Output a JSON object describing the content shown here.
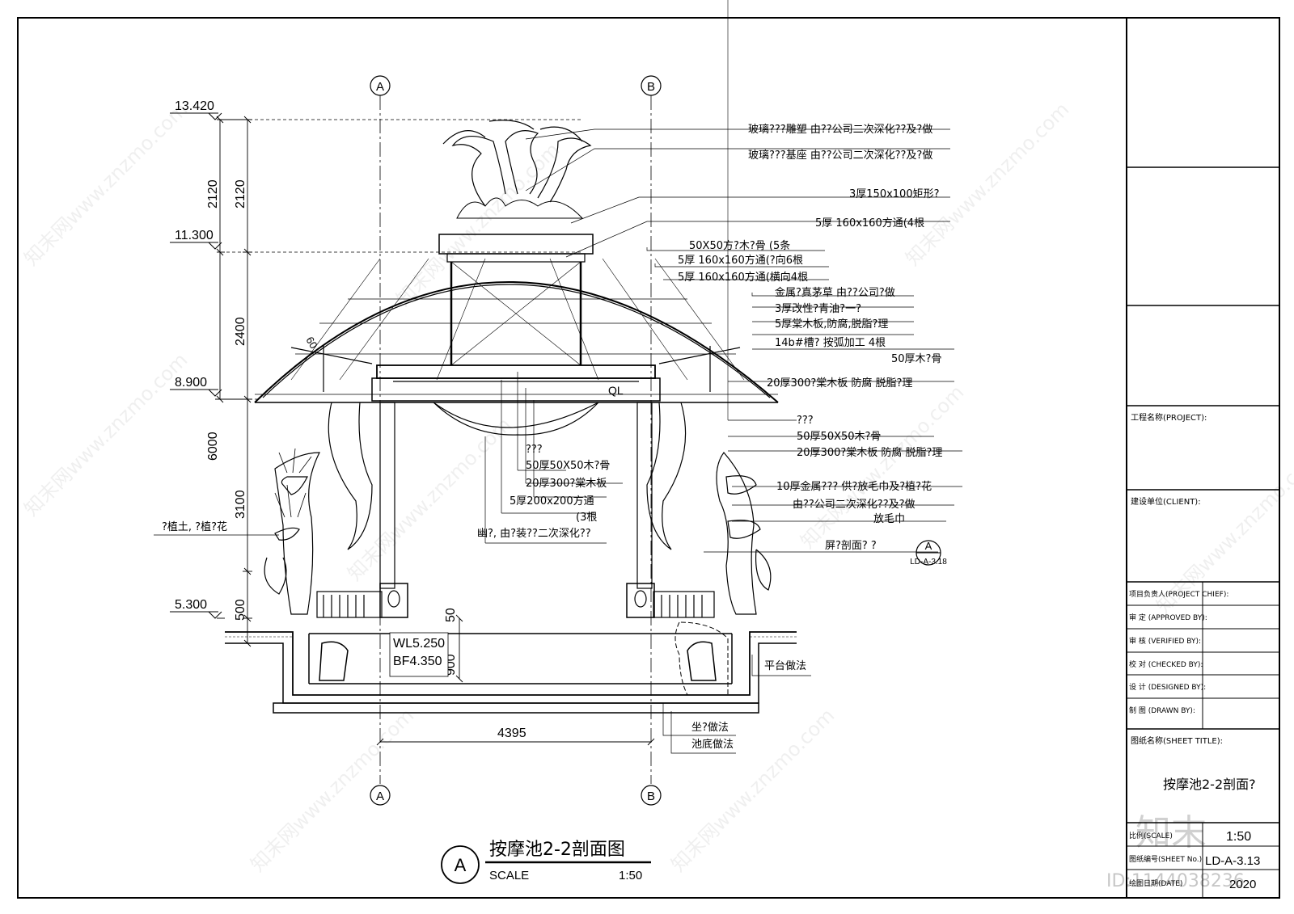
{
  "grid": {
    "a": "A",
    "b": "B"
  },
  "levels": [
    "13.420",
    "11.300",
    "8.900",
    "5.300"
  ],
  "vdims": {
    "d1": "2120",
    "d2": "2120",
    "d3": "2400",
    "d4": "6000",
    "d5": "3100",
    "d6": "500",
    "d7": "50",
    "d8": "900"
  },
  "hdim": "4395",
  "water": {
    "wl": "WL5.250",
    "bf": "BF4.350"
  },
  "ql": "QL",
  "pitch": "60",
  "notes_right": [
    "玻璃???雕塑 由??公司二次深化??及?做",
    "玻璃???基座 由??公司二次深化??及?做",
    "3厚150x100矩形?",
    "5厚 160x160方通(4根",
    "50X50方?木?骨 (5条",
    "5厚 160x160方通(?向6根",
    "5厚 160x160方通(横向4根",
    "金属?真茅草 由??公司?做",
    "3厚改性?青油?一?",
    "5厚棠木板,防腐,脱脂?理",
    "14b#槽? 按弧加工 4根",
    "50厚木?骨",
    "20厚300?棠木板 防腐 脱脂?理",
    "???",
    "50厚50X50木?骨",
    "20厚300?棠木板 防腐 脱脂?理",
    "10厚金属??? 供?放毛巾及?植?花",
    "由??公司二次深化??及?做",
    "放毛巾",
    "屏?剖面? ?"
  ],
  "notes_center": [
    "???",
    "50厚50X50木?骨",
    "20厚300?棠木板",
    "5厚200x200方通",
    "(3根",
    "幽?, 由?装??二次深化??"
  ],
  "note_left": "?植土, ?植?花",
  "note_platform": "平台做法",
  "note_seat": "坐?做法",
  "note_pool": "池底做法",
  "ref_bubble": {
    "letter": "A",
    "sheet": "LD-A-3.18"
  },
  "title": {
    "letter": "A",
    "name": "按摩池2-2剖面图",
    "scale_label": "SCALE",
    "scale": "1:50"
  },
  "titleblock": {
    "project": "工程名称(PROJECT):",
    "client": "建设单位(CLIENT):",
    "rows": [
      "项目负责人(PROJECT CHIEF):",
      "审 定 (APPROVED BY):",
      "审 核 (VERIFIED BY):",
      "校 对 (CHECKED BY):",
      "设 计 (DESIGNED BY):",
      "制 图 (DRAWN BY):"
    ],
    "sheet_title_label": "图纸名称(SHEET TITLE):",
    "sheet_title": "按摩池2-2剖面?",
    "scale_label": "比例(SCALE)",
    "scale": "1:50",
    "sheet_no_label": "图纸编号(SHEET No.)",
    "sheet_no": "LD-A-3.13",
    "date_label": "绘图日期(DATE)",
    "date": "2020"
  },
  "watermark": {
    "text": "知末网www.znzmo.com",
    "logo": "知末",
    "id": "ID:1144038236"
  }
}
